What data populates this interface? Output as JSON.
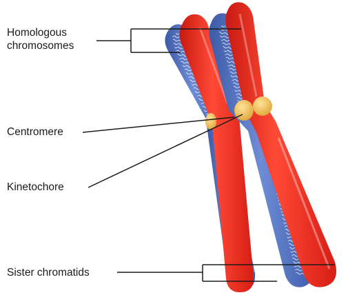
{
  "labels": {
    "homologous_line1": "Homologous",
    "homologous_line2": "chromosomes",
    "centromere": "Centromere",
    "kinetochore": "Kinetochore",
    "sister_chromatids": "Sister chromatids"
  },
  "colors": {
    "red_chromatid": "#e8271f",
    "red_highlight": "#ff5a46",
    "blue_chromatid": "#4d6fbf",
    "blue_highlight": "#7d9ae0",
    "centromere_yellow": "#f3c25a",
    "line": "#1a1a1a"
  }
}
